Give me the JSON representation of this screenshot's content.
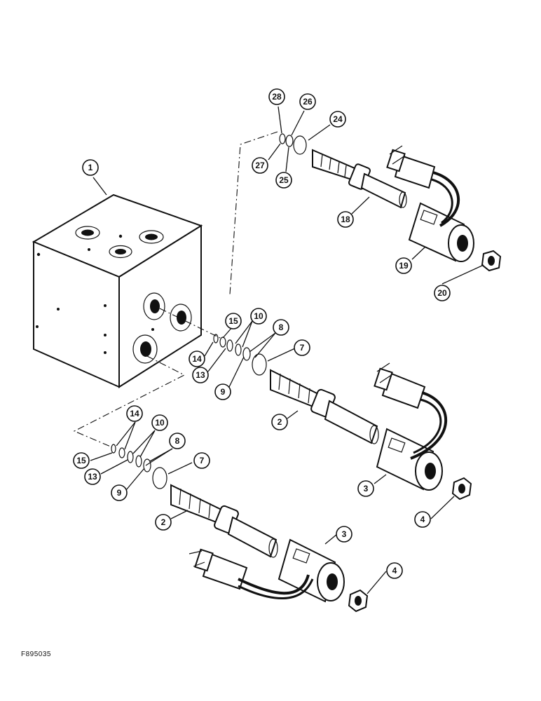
{
  "figure_code": "F895035",
  "callouts": {
    "c1": "1",
    "c28": "28",
    "c26": "26",
    "c24": "24",
    "c27": "27",
    "c25": "25",
    "c18": "18",
    "c19": "19",
    "c20": "20",
    "c15a": "15",
    "c10a": "10",
    "c8a": "8",
    "c7a": "7",
    "c14a": "14",
    "c13a": "13",
    "c9a": "9",
    "c2a": "2",
    "c3a": "3",
    "c4a": "4",
    "c14b": "14",
    "c10b": "10",
    "c8b": "8",
    "c15b": "15",
    "c13b": "13",
    "c7b": "7",
    "c9b": "9",
    "c2b": "2",
    "c3b": "3",
    "c4b": "4"
  }
}
